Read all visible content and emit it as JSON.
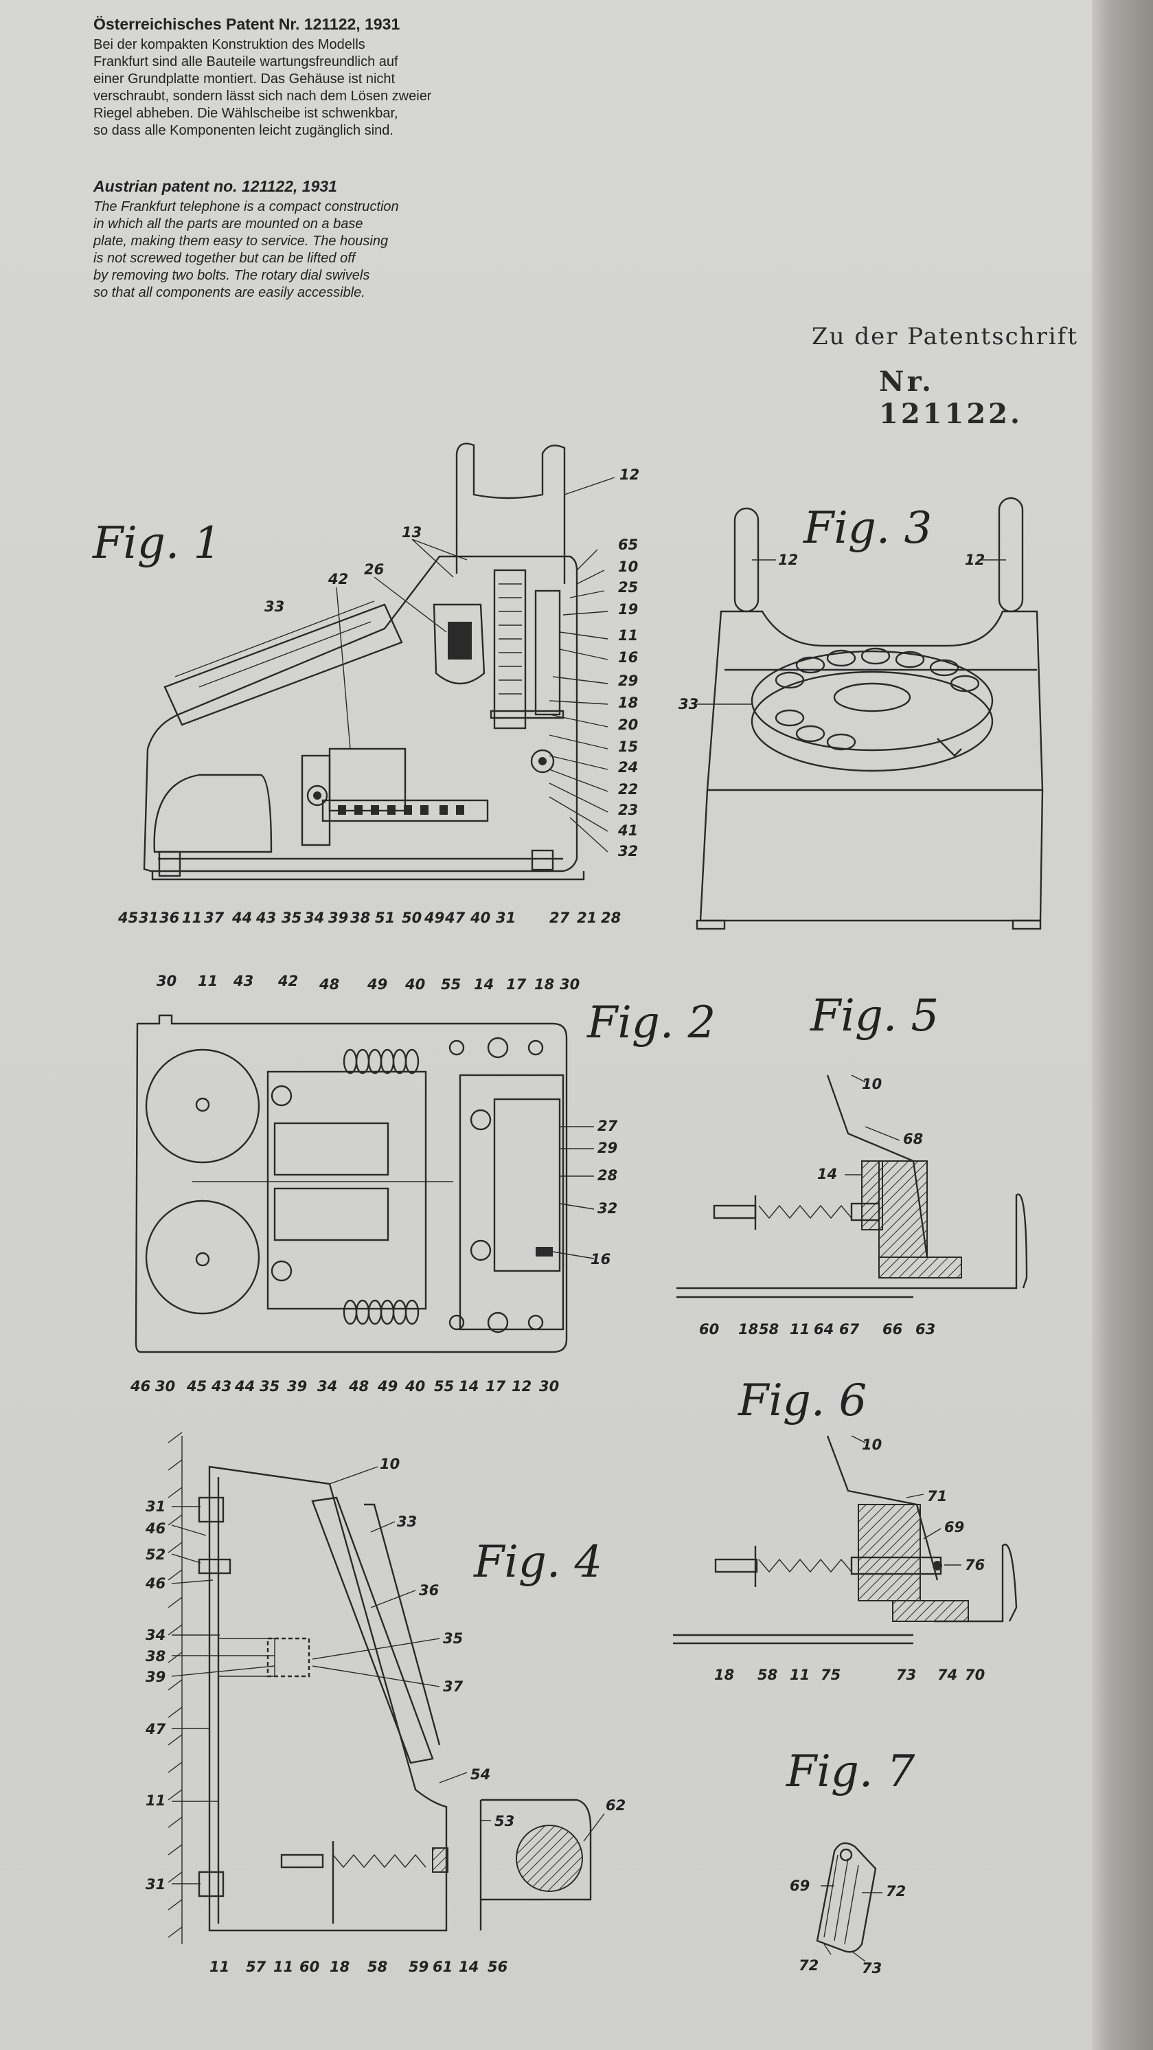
{
  "caption_de": {
    "title": "Österreichisches Patent Nr. 121122, 1931",
    "lines": [
      "Bei der kompakten Konstruktion des Modells",
      "Frankfurt sind alle Bauteile wartungsfreundlich auf",
      "einer Grundplatte montiert. Das Gehäuse ist nicht",
      "verschraubt, sondern lässt sich nach dem Lösen zweier",
      "Riegel abheben. Die Wählscheibe ist schwenkbar,",
      "so dass alle Komponenten leicht zugänglich sind."
    ]
  },
  "caption_en": {
    "title": "Austrian patent no. 121122, 1931",
    "lines": [
      "The Frankfurt telephone is a compact construction",
      "in which all the parts are mounted on a base",
      "plate, making them easy to service. The housing",
      "is not screwed together but can be lifted off",
      "by removing two bolts. The rotary dial swivels",
      "so that all components are easily accessible."
    ]
  },
  "patent_header": {
    "line1": "Zu der Patentschrift",
    "line2": "Nr. 121122."
  },
  "figures": {
    "fig1": {
      "label": "Fig. 1",
      "callouts_top": [
        "12",
        "13",
        "26",
        "42",
        "33"
      ],
      "callouts_right": [
        "65",
        "10",
        "25",
        "19",
        "11",
        "16",
        "29",
        "18",
        "20",
        "15",
        "24",
        "22",
        "23",
        "41",
        "32"
      ],
      "callouts_bottom": [
        "45",
        "31",
        "36",
        "11",
        "37",
        "44",
        "43",
        "35",
        "34",
        "39",
        "38",
        "51",
        "50",
        "49",
        "47",
        "40",
        "31",
        "27",
        "21",
        "28"
      ]
    },
    "fig2": {
      "label": "Fig. 2",
      "callouts_top": [
        "30",
        "11",
        "43",
        "42",
        "48",
        "49",
        "40",
        "55",
        "14",
        "17",
        "18",
        "30"
      ],
      "callouts_right": [
        "27",
        "29",
        "28",
        "32",
        "16"
      ],
      "callouts_bottom": [
        "46",
        "30",
        "45",
        "43",
        "44",
        "35",
        "39",
        "34",
        "48",
        "49",
        "40",
        "55",
        "14",
        "17",
        "12",
        "30"
      ]
    },
    "fig3": {
      "label": "Fig. 3",
      "callouts": [
        "12",
        "12",
        "33"
      ]
    },
    "fig4": {
      "label": "Fig. 4",
      "callouts_left": [
        "31",
        "46",
        "52",
        "46",
        "34",
        "38",
        "39",
        "47",
        "11",
        "31"
      ],
      "callouts_right": [
        "10",
        "33",
        "36",
        "35",
        "37",
        "54",
        "53",
        "62"
      ],
      "callouts_bottom": [
        "11",
        "57",
        "11",
        "60",
        "18",
        "58",
        "59",
        "61",
        "14",
        "56"
      ]
    },
    "fig5": {
      "label": "Fig. 5",
      "callouts": [
        "10",
        "68",
        "14"
      ],
      "callouts_bottom": [
        "60",
        "18",
        "58",
        "11",
        "64",
        "67",
        "66",
        "63"
      ]
    },
    "fig6": {
      "label": "Fig. 6",
      "callouts": [
        "10",
        "71",
        "69",
        "76"
      ],
      "callouts_bottom": [
        "18",
        "58",
        "11",
        "75",
        "73",
        "74",
        "70"
      ]
    },
    "fig7": {
      "label": "Fig. 7",
      "callouts": [
        "69",
        "72",
        "72",
        "73"
      ]
    }
  }
}
